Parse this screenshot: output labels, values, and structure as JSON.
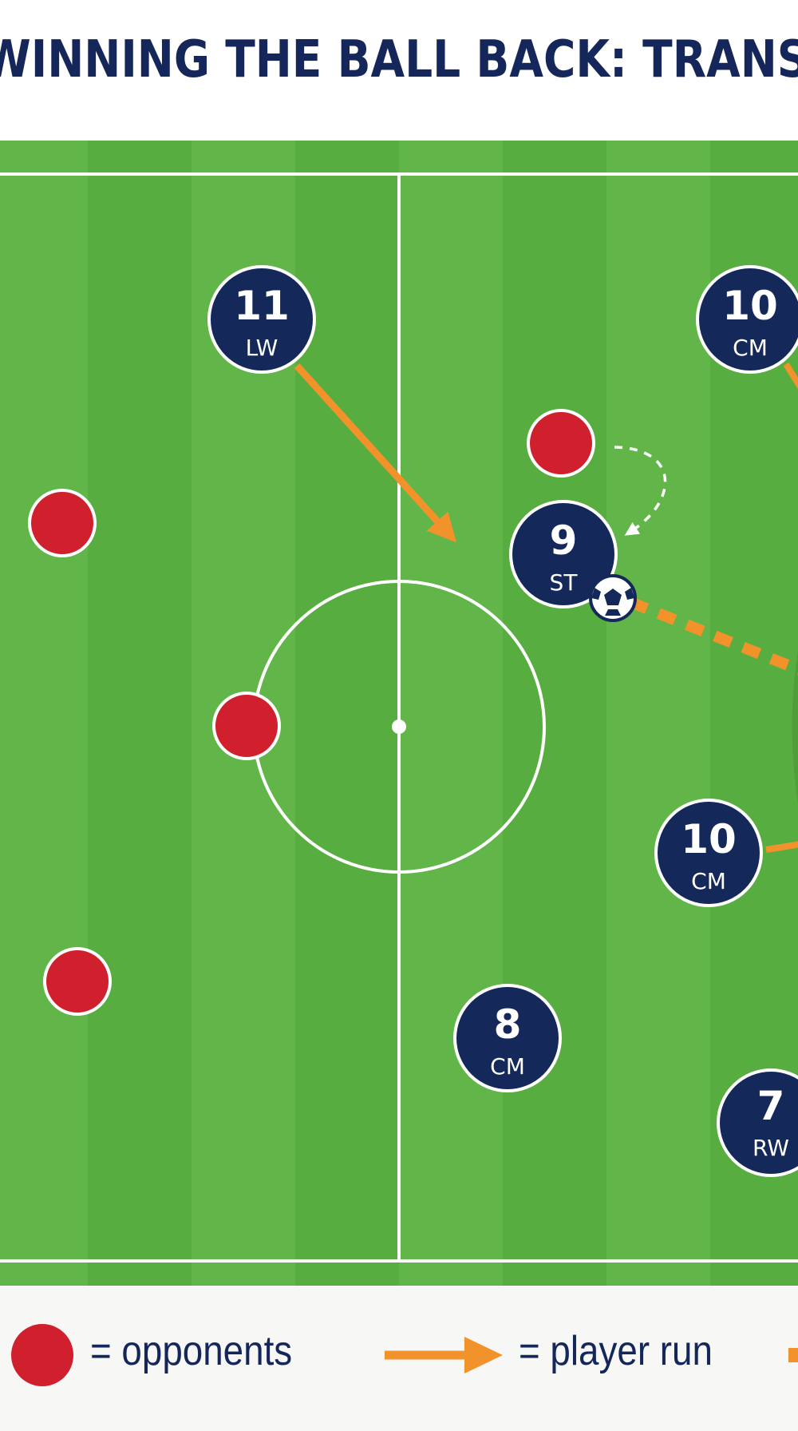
{
  "title": "WINNING THE BALL BACK: TRANSIT",
  "colors": {
    "pitch_dark": "#57ad3f",
    "pitch_light": "#6abb4f",
    "team": "#14285a",
    "opponent": "#d0202e",
    "run_arrow": "#f2922a",
    "lines": "#ffffff"
  },
  "players": [
    {
      "number": "11",
      "position": "LW"
    },
    {
      "number": "10",
      "position": "CM"
    },
    {
      "number": "9",
      "position": "ST"
    },
    {
      "number": "10",
      "position": "CM"
    },
    {
      "number": "8",
      "position": "CM"
    },
    {
      "number": "7",
      "position": "RW"
    }
  ],
  "legend": {
    "opponents_label": "= opponents",
    "player_run_label": "= player run"
  },
  "icons": [
    "soccer-ball-icon",
    "opponent-marker",
    "run-arrow"
  ]
}
